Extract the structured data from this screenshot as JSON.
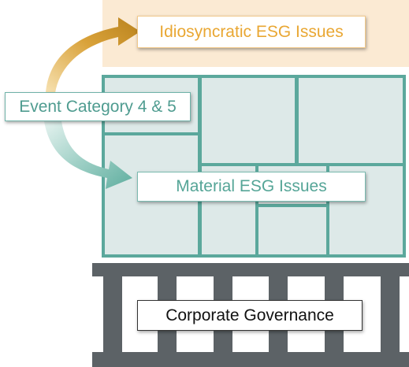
{
  "diagram": {
    "labels": {
      "idiosyncratic": "Idiosyncratic ESG Issues",
      "event_category": "Event Category 4 & 5",
      "material": "Material ESG Issues",
      "governance": "Corporate Governance"
    },
    "colors": {
      "idiosyncratic_zone": "#fbead3",
      "idiosyncratic_text": "#e9a733",
      "grid_frame": "#5ba89c",
      "grid_cell": "#dde9e8",
      "teal_text": "#4f9c90",
      "foundation": "#5c6266",
      "gold_arrow": "#d39a2b",
      "teal_arrow": "#6db5a9"
    }
  }
}
